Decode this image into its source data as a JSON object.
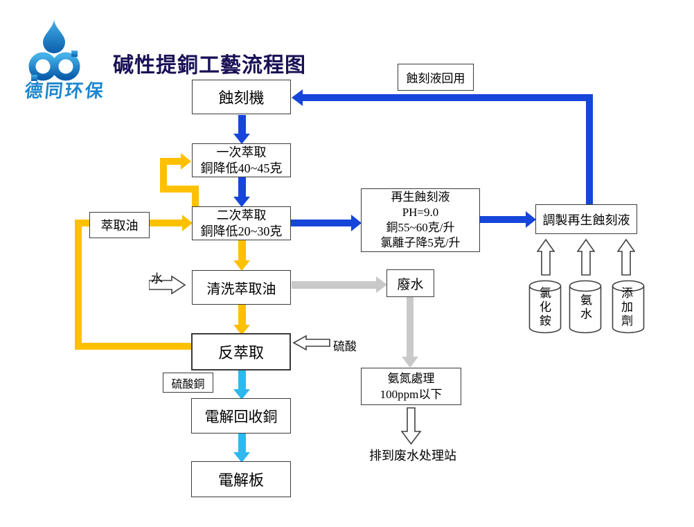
{
  "logo": {
    "company_name": "德同环保"
  },
  "title": "碱性提銅工藝流程图",
  "nodes": {
    "etcher": {
      "label": "蝕刻機"
    },
    "extract1": {
      "label": "一次萃取",
      "sublabel": "銅降低40~45克"
    },
    "extract2": {
      "label": "二次萃取",
      "sublabel": "銅降低20~30克"
    },
    "wash": {
      "label": "清洗萃取油"
    },
    "back_extract": {
      "label": "反萃取"
    },
    "electro_recover": {
      "label": "電解回收銅"
    },
    "electro_plate": {
      "label": "電解板"
    },
    "extraction_oil": {
      "label": "萃取油"
    },
    "etchant_reuse": {
      "label": "蝕刻液回用"
    },
    "regen_etchant": {
      "line1": "再生蝕刻液",
      "line2": "PH=9.0",
      "line3": "銅55~60克/升",
      "line4": "氯離子降5克/升"
    },
    "prepare_regen": {
      "label": "調製再生蝕刻液"
    },
    "wastewater": {
      "label": "廢水"
    },
    "ammonia_treat": {
      "line1": "氨氮處理",
      "line2": "100ppm以下"
    },
    "copper_sulfate": {
      "label": "硫酸銅"
    }
  },
  "labels": {
    "water": "水",
    "sulfuric_acid": "硫酸",
    "discharge": "排到废水处理站"
  },
  "tanks": [
    {
      "label": "氯化銨"
    },
    {
      "label": "氨水"
    },
    {
      "label": "添加劑"
    }
  ],
  "colors": {
    "flow_blue": "#1646D9",
    "flow_gold": "#FFC000",
    "flow_cyan": "#2EB8EE",
    "flow_gray": "#C9C9C9",
    "title_navy": "#191155",
    "logo_blue": "#1C86CE"
  }
}
